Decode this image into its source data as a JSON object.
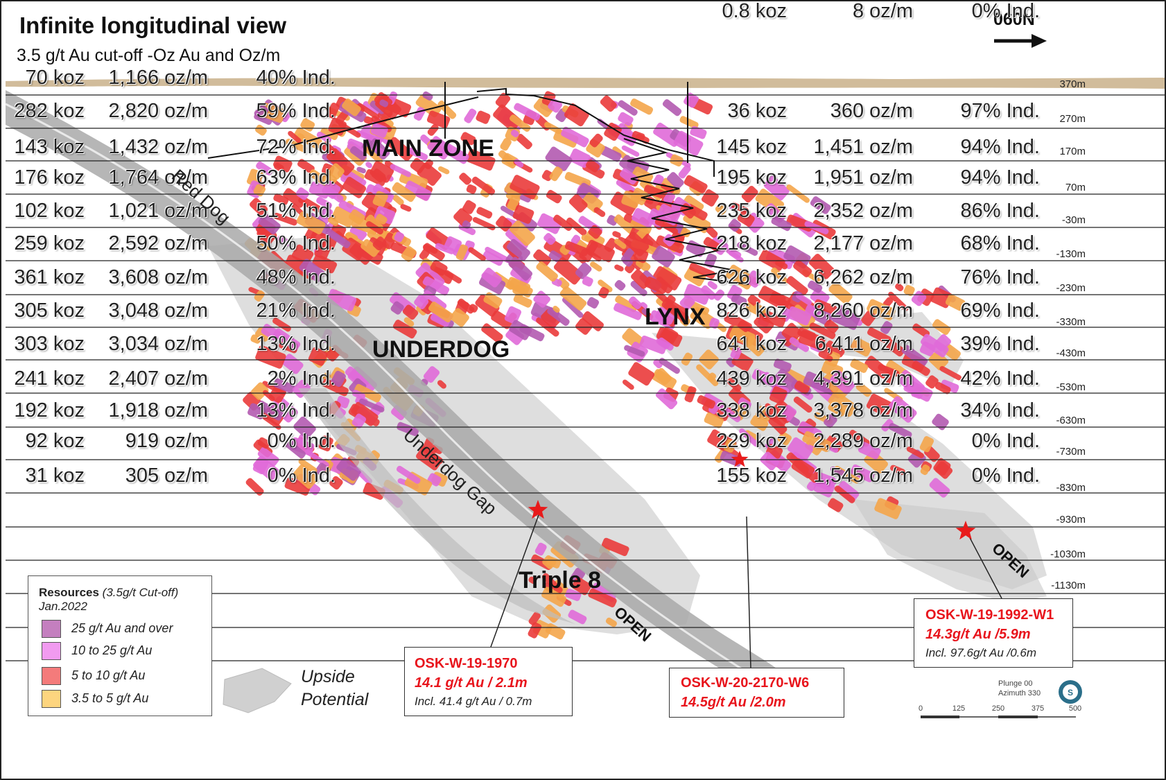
{
  "title": "Infinite longitudinal view",
  "subtitle": "3.5 g/t Au cut-off  -Oz Au and Oz/m",
  "north_label": "060N",
  "levels": [
    "370m",
    "270m",
    "170m",
    "70m",
    "-30m",
    "-130m",
    "-230m",
    "-330m",
    "-430m",
    "-530m",
    "-630m",
    "-730m",
    "-830m",
    "-930m",
    "-1030m",
    "-1130m"
  ],
  "left_table": [
    {
      "koz": "70 koz",
      "ozm": "1,166 oz/m",
      "ind": "40% Ind."
    },
    {
      "koz": "282 koz",
      "ozm": "2,820 oz/m",
      "ind": "59% Ind."
    },
    {
      "koz": "143 koz",
      "ozm": "1,432 oz/m",
      "ind": "72% Ind."
    },
    {
      "koz": "176 koz",
      "ozm": "1,764 oz/m",
      "ind": "63% Ind."
    },
    {
      "koz": "102 koz",
      "ozm": "1,021 oz/m",
      "ind": "51% Ind."
    },
    {
      "koz": "259 koz",
      "ozm": "2,592 oz/m",
      "ind": "50% Ind."
    },
    {
      "koz": "361 koz",
      "ozm": "3,608 oz/m",
      "ind": "48% Ind."
    },
    {
      "koz": "305 koz",
      "ozm": "3,048 oz/m",
      "ind": "21% Ind."
    },
    {
      "koz": "303 koz",
      "ozm": "3,034 oz/m",
      "ind": "13% Ind."
    },
    {
      "koz": "241 koz",
      "ozm": "2,407 oz/m",
      "ind": "2% Ind."
    },
    {
      "koz": "192 koz",
      "ozm": "1,918 oz/m",
      "ind": "13% Ind."
    },
    {
      "koz": "92 koz",
      "ozm": "919 oz/m",
      "ind": "0% Ind."
    },
    {
      "koz": "31 koz",
      "ozm": "305 oz/m",
      "ind": "0% Ind."
    }
  ],
  "right_table": [
    {
      "koz": "36 koz",
      "ozm": "360 oz/m",
      "ind": "97% Ind."
    },
    {
      "koz": "145 koz",
      "ozm": "1,451 oz/m",
      "ind": "94% Ind."
    },
    {
      "koz": "195 koz",
      "ozm": "1,951 oz/m",
      "ind": "94% Ind."
    },
    {
      "koz": "235 koz",
      "ozm": "2,352 oz/m",
      "ind": "86% Ind."
    },
    {
      "koz": "218 koz",
      "ozm": "2,177 oz/m",
      "ind": "68% Ind."
    },
    {
      "koz": "626 koz",
      "ozm": "6,262 oz/m",
      "ind": "76% Ind."
    },
    {
      "koz": "826 koz",
      "ozm": "8,260 oz/m",
      "ind": "69% Ind."
    },
    {
      "koz": "641 koz",
      "ozm": "6,411 oz/m",
      "ind": "39% Ind."
    },
    {
      "koz": "439 koz",
      "ozm": "4,391 oz/m",
      "ind": "42% Ind."
    },
    {
      "koz": "338 koz",
      "ozm": "3,378 oz/m",
      "ind": "34% Ind."
    },
    {
      "koz": "229 koz",
      "ozm": "2,289 oz/m",
      "ind": "0% Ind."
    },
    {
      "koz": "155 koz",
      "ozm": "1,545 oz/m",
      "ind": "0% Ind."
    },
    {
      "koz": "0.8 koz",
      "ozm": "8 oz/m",
      "ind": "0% Ind."
    }
  ],
  "zones": {
    "main_zone": "MAIN ZONE",
    "lynx": "LYNX",
    "underdog": "UNDERDOG",
    "triple8": "Triple 8",
    "red_dog": "Red Dog",
    "underdog_gap": "Underdog Gap",
    "open_1": "OPEN",
    "open_2": "OPEN"
  },
  "drillholes": [
    {
      "name": "OSK-W-19-1970",
      "value": "14.1 g/t Au / 2.1m",
      "incl": "Incl. 41.4 g/t Au / 0.7m"
    },
    {
      "name": "OSK-W-20-2170-W6",
      "value": "14.5g/t Au /2.0m"
    },
    {
      "name": "OSK-W-19-1992-W1",
      "value": "14.3g/t Au /5.9m",
      "incl": "Incl. 97.6g/t Au /0.6m"
    }
  ],
  "legend": {
    "title": "Resources",
    "title_note": "(3.5g/t Cut-off)",
    "date": "Jan.2022",
    "items": [
      {
        "label": "25 g/t Au and over",
        "color": "#c47fbf"
      },
      {
        "label": "10 to 25 g/t Au",
        "color": "#f19bf0"
      },
      {
        "label": "5 to 10 g/t Au",
        "color": "#f47b7b"
      },
      {
        "label": "3.5 to 5 g/t Au",
        "color": "#fdd57f"
      }
    ]
  },
  "upside": {
    "line1": "Upside",
    "line2": "Potential",
    "color": "#cfcfcf"
  },
  "plunge": {
    "line1": "Plunge 00",
    "line2": "Azimuth 330"
  },
  "scale": [
    "0",
    "125",
    "250",
    "375",
    "500"
  ],
  "colors": {
    "gold": "#f4a54a",
    "red": "#ea3b3b",
    "magenta": "#e06ad8",
    "purple": "#b35ab0",
    "grey": "#c8c8c8",
    "surface": "#c9b08a",
    "star": "#e81b1b"
  }
}
